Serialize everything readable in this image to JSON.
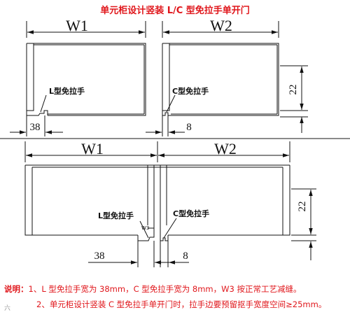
{
  "title": "单元柜设计竖装 L/C 型免拉手单开门",
  "dimensions": {
    "w1": "W1",
    "w2": "W2",
    "h22": "22",
    "d38": "38",
    "d8": "8",
    "w3": "W3"
  },
  "labels": {
    "l_handle": "L型免拉手",
    "c_handle": "C型免拉手"
  },
  "notes": {
    "prefix": "说明：",
    "line1": "1、L 型免拉手宽为 38mm，C 型免拉手宽为 8mm，W3 按正常工艺减缝。",
    "line2": "2、单元柜设计竖装 C 型免拉手单开门时，拉手边要预留抠手宽度空间≥25mm。"
  },
  "watermark": "六",
  "colors": {
    "title": "#e0161b",
    "line": "#111111",
    "divider": "#444444"
  }
}
